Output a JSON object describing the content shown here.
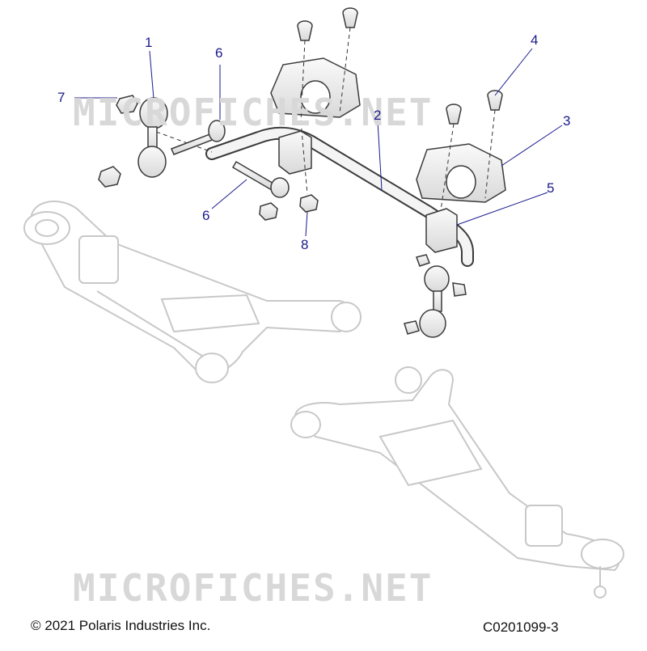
{
  "diagram": {
    "callouts": [
      "1",
      "2",
      "3",
      "4",
      "5",
      "6",
      "6",
      "7",
      "8"
    ],
    "watermark": "MICROFICHES.NET",
    "copyright": "© 2021 Polaris Industries Inc.",
    "figure_code": "C0201099-3",
    "colors": {
      "callout_text": "#1a1a8c",
      "leader_line": "#1a1a8c",
      "part_outline": "#3a3a3a",
      "part_fill": "#f2f2f2",
      "ghost_outline": "#c8c8c8",
      "watermark": "#d8d8d8"
    }
  }
}
